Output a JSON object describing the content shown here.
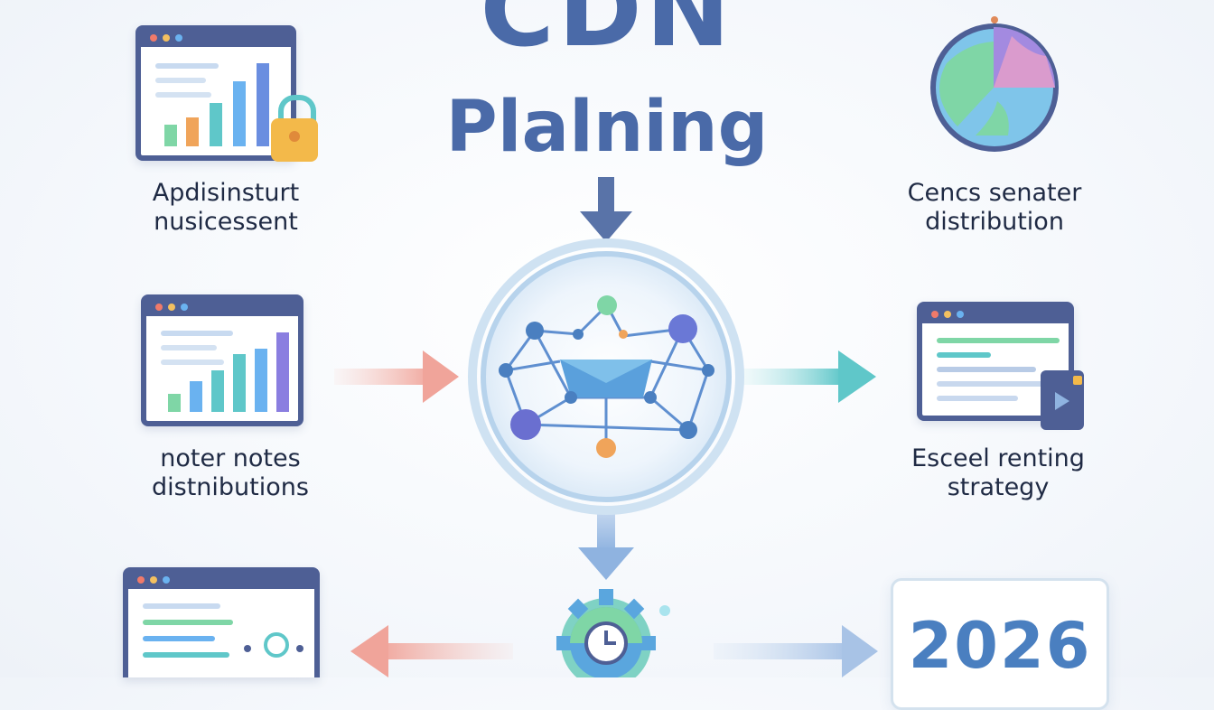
{
  "title": {
    "line1": "CDN",
    "line2": "Plalning"
  },
  "captions": {
    "top_left": [
      "Apdisinsturt",
      "nusicessent"
    ],
    "top_right": [
      "Cencs senater",
      "distribution"
    ],
    "mid_left": [
      "noter notes",
      "distnibutions"
    ],
    "mid_right": [
      "Esceel renting",
      "strategy"
    ]
  },
  "year_badge": "2026",
  "icons": {
    "top_left": "analytics-dashboard-with-lock-icon",
    "top_right": "globe-pie-chart-icon",
    "mid_left": "bar-chart-window-icon",
    "mid_right": "document-window-with-play-icon",
    "center": "network-hub-icon",
    "bottom_center": "gear-icon",
    "bottom_left": "settings-window-icon"
  },
  "colors": {
    "title": "#4a6aa8",
    "window_frame": "#4e5f95",
    "accent_teal": "#5fc7c9",
    "accent_salmon": "#f0a49a",
    "accent_blue": "#4a7fc0"
  }
}
